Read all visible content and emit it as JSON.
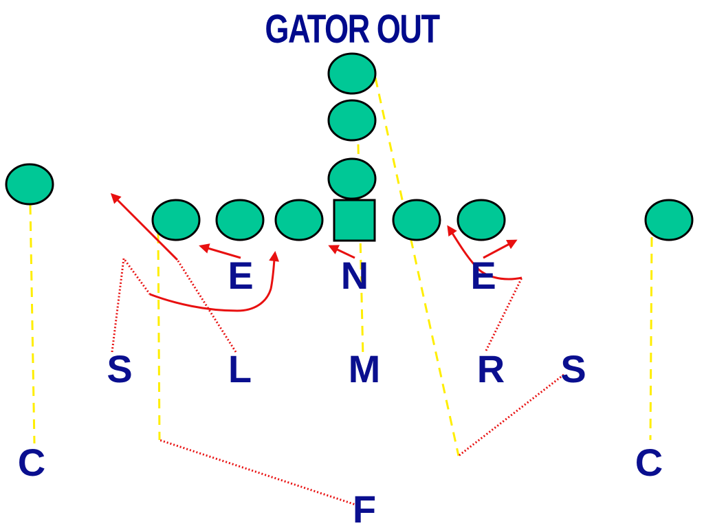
{
  "title": "GATOR OUT",
  "colors": {
    "offense_fill": "#00c896",
    "outline": "#000000",
    "defense_text": "#0a0f8f",
    "title_text": "#000a8c",
    "blitz_route": "#e81010",
    "zone_drop": "#ffee00"
  },
  "defense": {
    "end_left": "E",
    "nose": "N",
    "end_right": "E",
    "sam": "S",
    "mike_left": "L",
    "mike": "M",
    "rover": "R",
    "safety_right": "S",
    "corner_left": "C",
    "corner_right": "C",
    "free_safety": "F"
  }
}
